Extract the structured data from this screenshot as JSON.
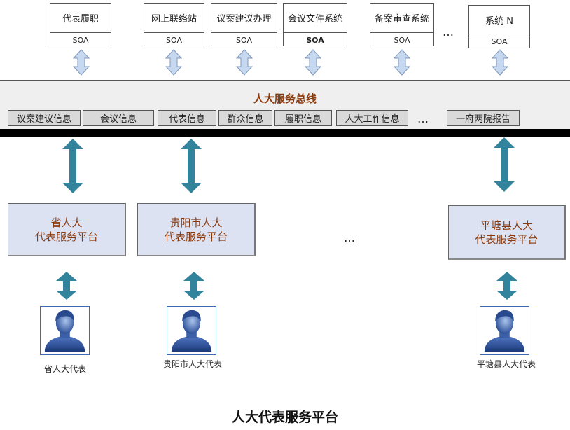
{
  "systems": [
    {
      "name": "代表履职",
      "soa": "SOA"
    },
    {
      "name": "网上联络站",
      "soa": "SOA"
    },
    {
      "name": "议案建议办理",
      "soa": "SOA"
    },
    {
      "name": "会议文件系统",
      "soa": "SOA"
    },
    {
      "name": "备案审查系统",
      "soa": "SOA"
    },
    {
      "name": "系统 N",
      "soa": "SOA"
    }
  ],
  "systems_ellipsis": "…",
  "bus": {
    "title": "人大服务总线",
    "channels": [
      "议案建议信息",
      "会议信息",
      "代表信息",
      "群众信息",
      "履职信息",
      "人大工作信息",
      "一府两院报告"
    ],
    "ellipsis": "…"
  },
  "platforms": [
    {
      "line1": "省人大",
      "line2": "代表服务平台"
    },
    {
      "line1": "贵阳市人大",
      "line2": "代表服务平台"
    },
    {
      "line1": "平塘县人大",
      "line2": "代表服务平台"
    }
  ],
  "platforms_ellipsis": "…",
  "representatives": [
    {
      "label": "省人大代表"
    },
    {
      "label": "贵阳市人大代表"
    },
    {
      "label": "平塘县人大代表"
    }
  ],
  "colors": {
    "bus_title": "#8b3a0e",
    "platform_fill": "#dce2f2",
    "teal_arrow": "#31849b",
    "light_arrow": "#c6d9f1"
  },
  "footer": {
    "title": "人大代表服务平台"
  }
}
